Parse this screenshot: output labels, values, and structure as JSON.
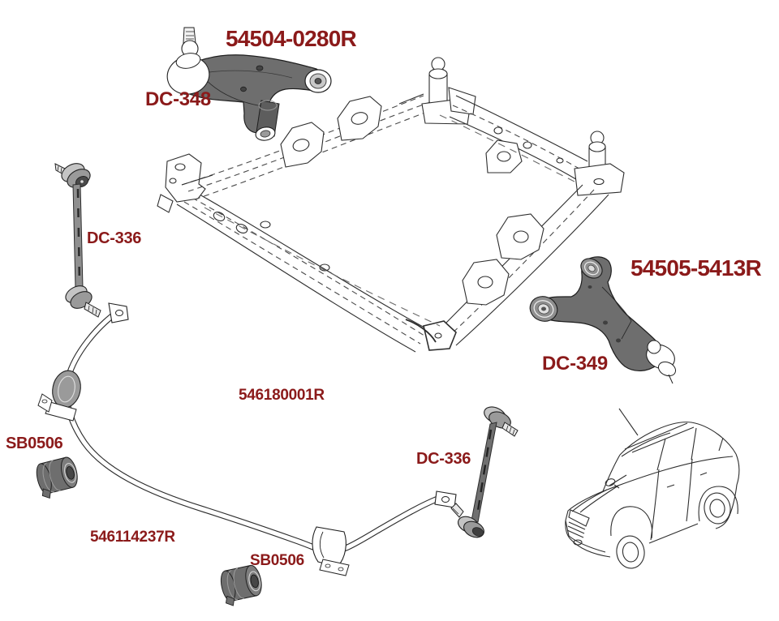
{
  "colors": {
    "label": "#8b1a1a",
    "part_fill": "#6e6e6e",
    "line_art": "#2e2e2e",
    "background": "#ffffff"
  },
  "labels": [
    {
      "id": "arm-left-part-number",
      "text": "54504-0280R"
    },
    {
      "id": "arm-left-ref",
      "text": "DC-348"
    },
    {
      "id": "link-left-ref",
      "text": "DC-336"
    },
    {
      "id": "arm-right-part-number",
      "text": "54505-5413R"
    },
    {
      "id": "arm-right-ref",
      "text": "DC-349"
    },
    {
      "id": "subframe-part-number",
      "text": "546180001R"
    },
    {
      "id": "bushing-left-ref",
      "text": "SB0506"
    },
    {
      "id": "link-center-ref",
      "text": "DC-336"
    },
    {
      "id": "stabilizer-bar-part-number",
      "text": "546114237R"
    },
    {
      "id": "bushing-center-ref",
      "text": "SB0506"
    }
  ]
}
